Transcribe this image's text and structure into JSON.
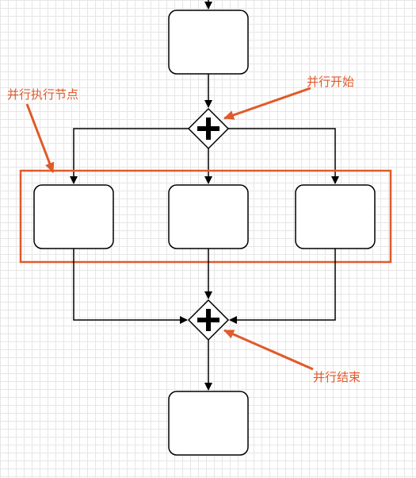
{
  "annotations": {
    "parallel_nodes_label": "并行执行节点",
    "parallel_start_label": "并行开始",
    "parallel_end_label": "并行结束"
  },
  "colors": {
    "annotation": "#e05a2b",
    "stroke": "#000000",
    "node_fill": "#ffffff"
  },
  "gateway_icon": "plus-icon"
}
